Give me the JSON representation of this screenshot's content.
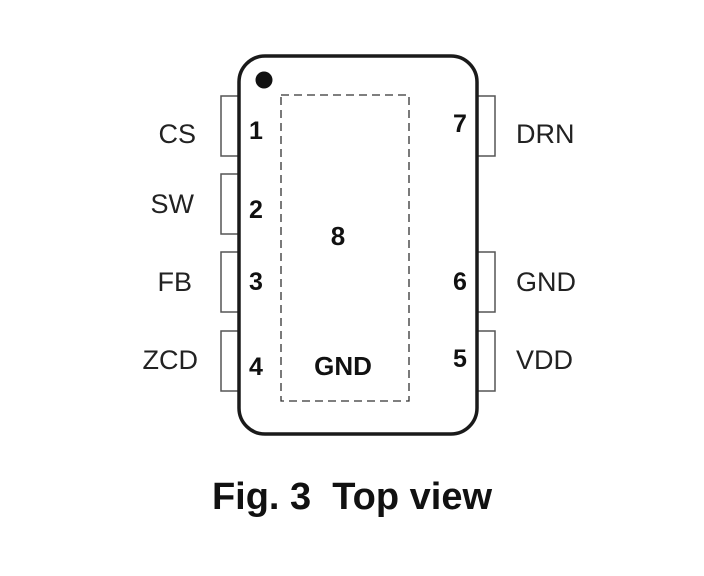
{
  "figure": {
    "caption": "Fig. 3  Top view"
  },
  "package": {
    "exposed_pad": {
      "number": "8",
      "label": "GND"
    },
    "pins": [
      {
        "number": "1",
        "label": "CS"
      },
      {
        "number": "2",
        "label": "SW"
      },
      {
        "number": "3",
        "label": "FB"
      },
      {
        "number": "4",
        "label": "ZCD"
      },
      {
        "number": "5",
        "label": "VDD"
      },
      {
        "number": "6",
        "label": "GND"
      },
      {
        "number": "7",
        "label": "DRN"
      }
    ]
  },
  "colors": {
    "outline": "#1a1a1a",
    "text": "#222222"
  }
}
